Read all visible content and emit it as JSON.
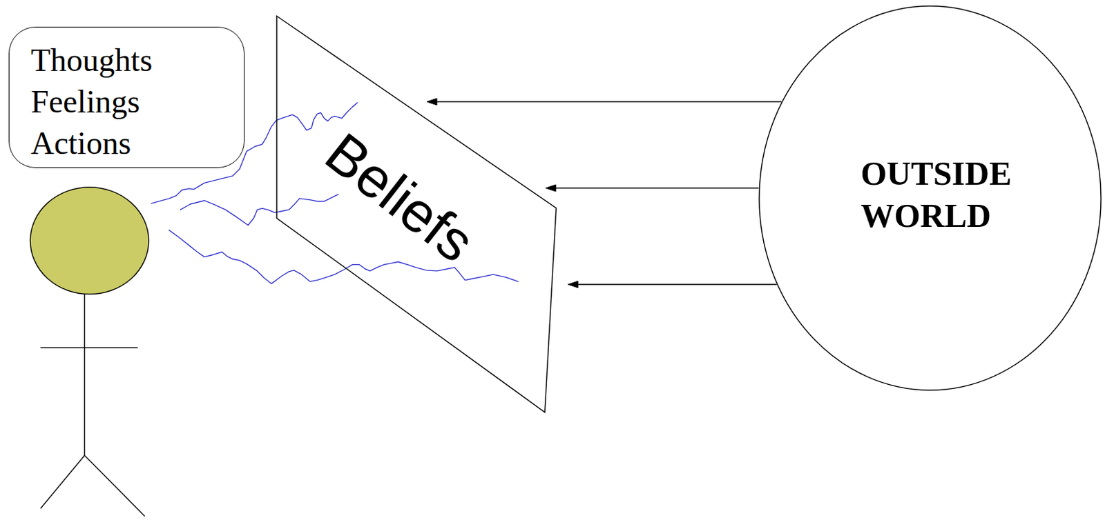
{
  "diagram": {
    "nodes": [
      {
        "text": [
          "Thoughts",
          "Feelings",
          "Actions"
        ]
      },
      {
        "text": [
          "Beliefs"
        ]
      },
      {
        "text": [
          "OUTSIDE WORLD"
        ]
      }
    ],
    "edges": [
      {
        "from": 2,
        "to": 1,
        "arrow": "to"
      },
      {
        "from": 2,
        "to": 1,
        "arrow": "to"
      },
      {
        "from": 2,
        "to": 1,
        "arrow": "to"
      }
    ]
  }
}
